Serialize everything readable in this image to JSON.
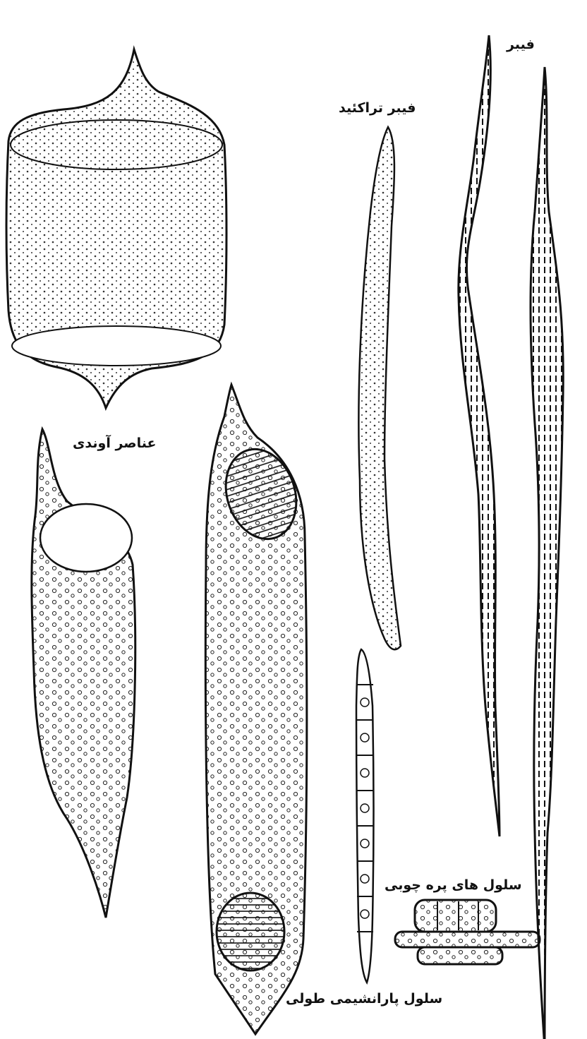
{
  "labels": {
    "fiber": "فیبر",
    "fiber_tracheid": "فیبر تراکئید",
    "vessel_elements": "عناصر آوندی",
    "ray_cells": "سلول های پره چوبی",
    "axial_parenchyma": "سلول پارانشیمی طولی"
  },
  "colors": {
    "ink": "#1a1a1a",
    "paper": "#ffffff"
  }
}
